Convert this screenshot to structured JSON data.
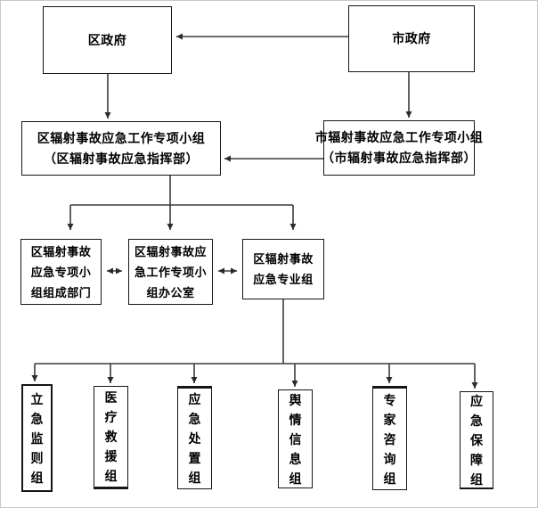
{
  "diagram": {
    "colors": {
      "line": "#3c3c3c",
      "arrowhead": "#2b2b2b",
      "box_border": "#151515",
      "background": "#ffffff"
    },
    "nodes": {
      "district_gov": {
        "label": "区政府"
      },
      "city_gov": {
        "label": "市政府"
      },
      "district_taskforce": {
        "lines": [
          "区辐射事故应急工作专项小组",
          "（区辐射事故应急指挥部）"
        ]
      },
      "city_taskforce": {
        "lines": [
          "市辐射事故应急工作专项小组",
          "（市辐射事故应急指挥部）"
        ]
      },
      "member_departments": {
        "lines": [
          "区辐射事故",
          "应急专项小",
          "组组成部门"
        ]
      },
      "taskforce_office": {
        "lines": [
          "区辐射事故应",
          "急工作专项小",
          "组办公室"
        ]
      },
      "professional_groups": {
        "lines": [
          "区辐射事故",
          "应急专业组"
        ]
      },
      "bottom_groups": [
        {
          "label": "立急监则组"
        },
        {
          "label": "医疗救援组"
        },
        {
          "label": "应急处置组"
        },
        {
          "label": "舆情信息组"
        },
        {
          "label": "专家咨询组"
        },
        {
          "label": "应急保障组"
        }
      ]
    }
  }
}
